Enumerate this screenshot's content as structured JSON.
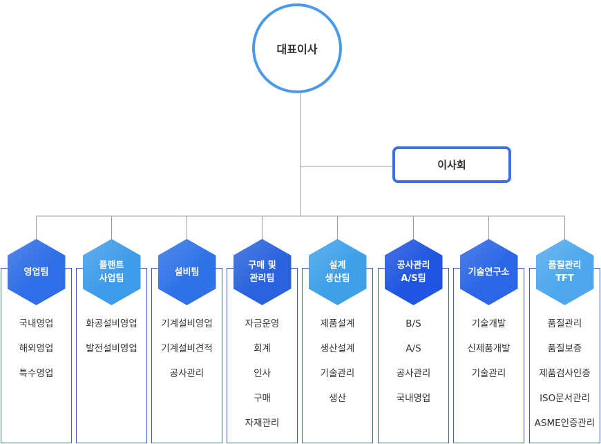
{
  "ceo": "대표이사",
  "board": "이사회",
  "teams": [
    {
      "name": "영업팀",
      "color": "#2f6ee6",
      "items": [
        "국내영업",
        "해외영업",
        "특수영업"
      ]
    },
    {
      "name": "플랜트\n사업팀",
      "color": "#3f9cea",
      "items": [
        "화공설비영업",
        "발전설비영업"
      ]
    },
    {
      "name": "설비팀",
      "color": "#2f72e8",
      "items": [
        "기계설비영업",
        "기계설비견적",
        "공사관리"
      ]
    },
    {
      "name": "구매 및\n관리팀",
      "color": "#2a63dd",
      "items": [
        "자금운영",
        "회계",
        "인사",
        "구매",
        "자재관리"
      ]
    },
    {
      "name": "설계\n생산팀",
      "color": "#3fa0e8",
      "items": [
        "제품설계",
        "생산설계",
        "기술관리",
        "생산"
      ]
    },
    {
      "name": "공사관리\nA/S팀",
      "color": "#1f55e0",
      "items": [
        "B/S",
        "A/S",
        "공사관리",
        "국내영업"
      ]
    },
    {
      "name": "기술연구소",
      "color": "#2a66e6",
      "items": [
        "기술개발",
        "신제품개발",
        "기술관리"
      ]
    },
    {
      "name": "품질관리\nTFT",
      "color": "#4fa8ec",
      "items": [
        "품질관리",
        "품질보증",
        "제품검사인증",
        "ISO문서관리",
        "ASME인증관리"
      ]
    }
  ]
}
